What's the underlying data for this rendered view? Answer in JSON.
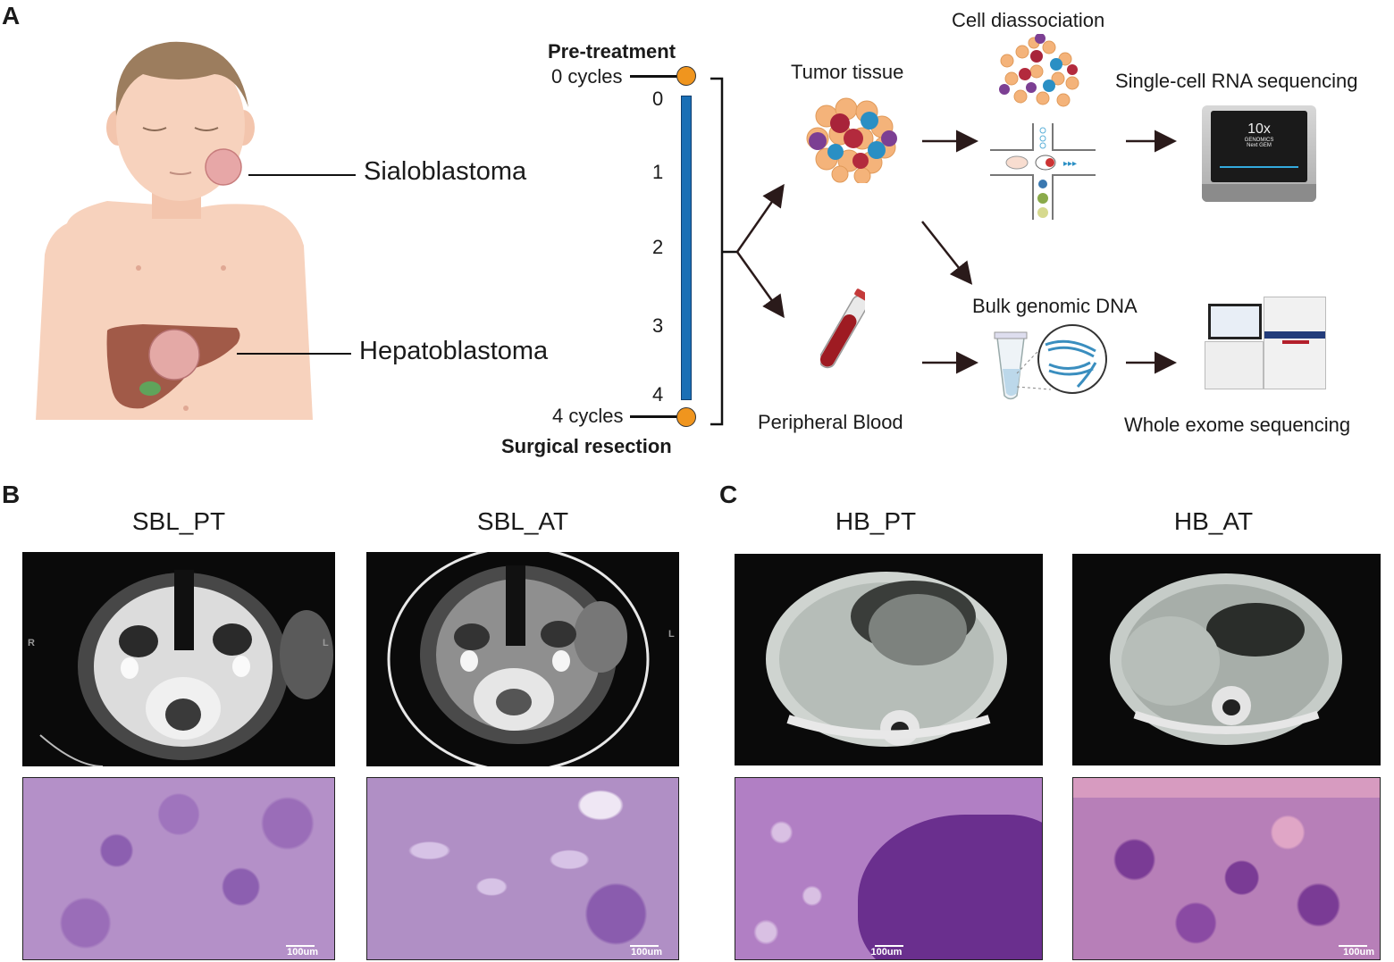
{
  "panels": {
    "a": "A",
    "b": "B",
    "c": "C"
  },
  "panel_a": {
    "organs": {
      "sialoblastoma": "Sialoblastoma",
      "hepatoblastoma": "Hepatoblastoma"
    },
    "timeline": {
      "pre_treatment": "Pre-treatment",
      "start_cycles": "0 cycles",
      "end_cycles": "4 cycles",
      "surgical_resection": "Surgical resection",
      "ticks": [
        "0",
        "1",
        "2",
        "3",
        "4"
      ],
      "bar_color": "#1a6fb5",
      "marker_color": "#f0951e"
    },
    "workflow": {
      "tumor_tissue": "Tumor tissue",
      "cell_dissociation": "Cell diassociation",
      "scrna": "Single-cell RNA sequencing",
      "bulk_dna": "Bulk genomic DNA",
      "peripheral_blood": "Peripheral Blood",
      "wes": "Whole exome sequencing",
      "sequencer_brand": "10x",
      "sequencer_sub1": "GENOMICS",
      "sequencer_sub2": "Next GEM"
    }
  },
  "panel_b": {
    "titles": [
      "SBL_PT",
      "SBL_AT"
    ],
    "ct_marks": {
      "left": "R",
      "right": "L"
    },
    "scale": "100um"
  },
  "panel_c": {
    "titles": [
      "HB_PT",
      "HB_AT"
    ],
    "scale": "100um"
  }
}
